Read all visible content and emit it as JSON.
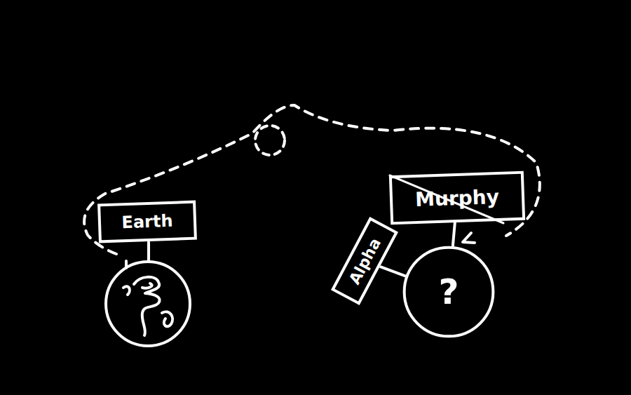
{
  "diagram": {
    "nodes": [
      {
        "text": [
          "Earth"
        ]
      },
      {
        "text": [
          "Murphy"
        ]
      },
      {
        "text": [
          "Alpha"
        ]
      },
      {
        "text": [
          "?"
        ]
      }
    ],
    "edges": [
      {
        "from": 1,
        "to": 3,
        "arrow": "none"
      },
      {
        "from": 2,
        "to": 3,
        "arrow": "none"
      }
    ]
  }
}
